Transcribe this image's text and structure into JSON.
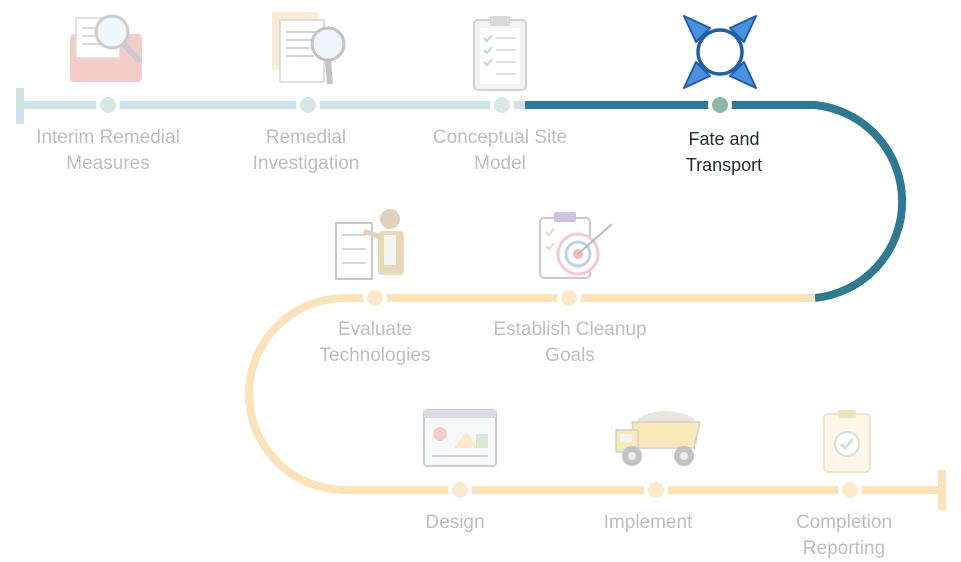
{
  "steps": [
    {
      "id": "interim",
      "line1": "Interim Remedial",
      "line2": "Measures",
      "icon": "folder-magnifier-icon",
      "active": false
    },
    {
      "id": "ri",
      "line1": "Remedial",
      "line2": "Investigation",
      "icon": "document-magnifier-icon",
      "active": false
    },
    {
      "id": "csm",
      "line1": "Conceptual Site",
      "line2": "Model",
      "icon": "clipboard-checklist-icon",
      "active": false
    },
    {
      "id": "fate",
      "line1": "Fate and",
      "line2": "Transport",
      "icon": "expand-arrows-icon",
      "active": true
    },
    {
      "id": "evaluate",
      "line1": "Evaluate",
      "line2": "Technologies",
      "icon": "presenter-icon",
      "active": false
    },
    {
      "id": "goals",
      "line1": "Establish Cleanup",
      "line2": "Goals",
      "icon": "target-checklist-icon",
      "active": false
    },
    {
      "id": "design",
      "line1": "Design",
      "line2": "",
      "icon": "design-window-icon",
      "active": false
    },
    {
      "id": "implement",
      "line1": "Implement",
      "line2": "",
      "icon": "dump-truck-icon",
      "active": false
    },
    {
      "id": "completion",
      "line1": "Completion",
      "line2": "Reporting",
      "icon": "clipboard-check-icon",
      "active": false
    }
  ],
  "colors": {
    "track_faded_top": "#cfe3e6",
    "track_active": "#2e7a93",
    "track_faded_bottom": "#fbe3b9",
    "node_top": "#d7e8e4",
    "node_active": "#8fb7a6",
    "node_bottom": "#fce9c7",
    "arrow_fill": "#4a90e2",
    "arrow_stroke": "#1d5fa8"
  }
}
